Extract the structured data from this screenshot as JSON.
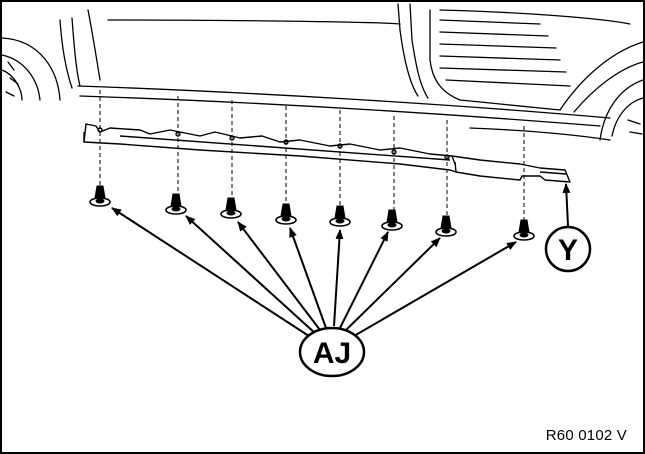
{
  "diagram": {
    "callouts": {
      "fasteners": "AJ",
      "end_clip": "Y"
    },
    "reference_code": "R60 0102 V"
  }
}
